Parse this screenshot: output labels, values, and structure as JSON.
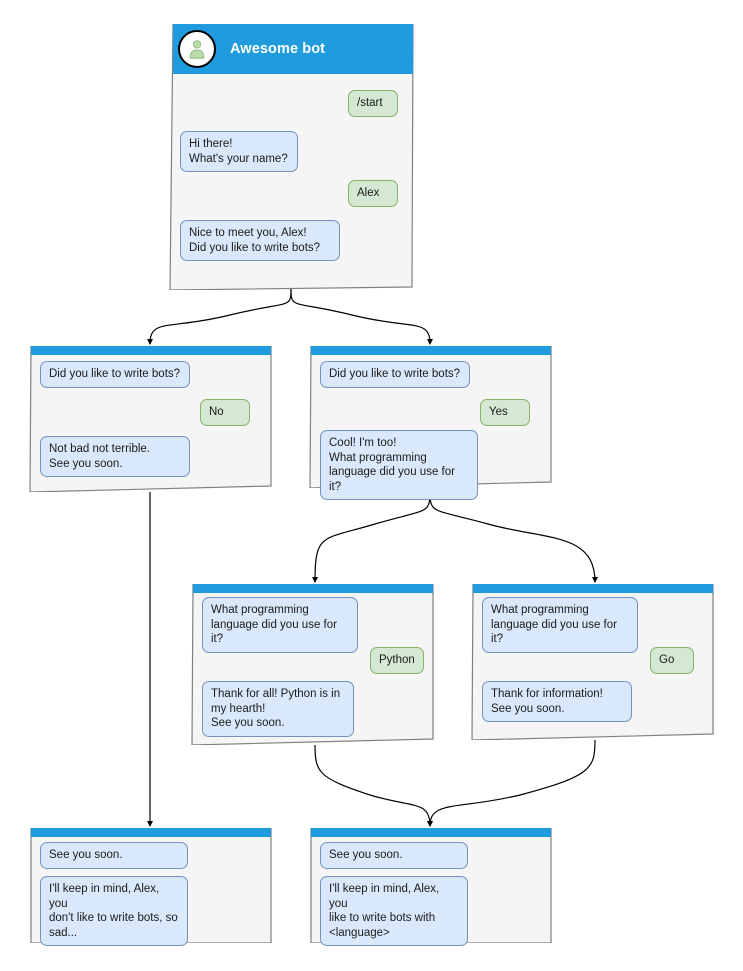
{
  "diagram": {
    "title": "Awesome bot conversation flow",
    "colors": {
      "node_header": "#1f9bde",
      "node_body": "#f5f5f5",
      "node_border": "#808080",
      "bot_bubble_bg": "#dae8fc",
      "bot_bubble_border": "#7392c0",
      "user_bubble_bg": "#d5e8d4",
      "user_bubble_border": "#84b266",
      "edge": "#000000",
      "avatar_person": "#b3d9a3"
    }
  },
  "root": {
    "header": {
      "title": "Awesome bot",
      "avatar_icon": "person-icon"
    },
    "messages": [
      {
        "from": "user",
        "text": "/start"
      },
      {
        "from": "bot",
        "text": "Hi there!\nWhat's your name?"
      },
      {
        "from": "user",
        "text": "Alex"
      },
      {
        "from": "bot",
        "text": "Nice to meet you, Alex!\nDid you like to write bots?"
      }
    ]
  },
  "nodes": [
    {
      "id": "no-branch",
      "messages": [
        {
          "from": "bot",
          "text": "Did you like to write bots?"
        },
        {
          "from": "user",
          "text": "No"
        },
        {
          "from": "bot",
          "text": "Not bad not terrible.\nSee you soon."
        }
      ]
    },
    {
      "id": "yes-branch",
      "messages": [
        {
          "from": "bot",
          "text": "Did you like to write bots?"
        },
        {
          "from": "user",
          "text": "Yes"
        },
        {
          "from": "bot",
          "text": "Cool! I'm too!\nWhat programming\nlanguage did you use for it?"
        }
      ]
    },
    {
      "id": "python-branch",
      "messages": [
        {
          "from": "bot",
          "text": "What programming\nlanguage did you use for it?"
        },
        {
          "from": "user",
          "text": "Python"
        },
        {
          "from": "bot",
          "text": "Thank for all! Python is in\nmy hearth!\nSee you soon."
        }
      ]
    },
    {
      "id": "go-branch",
      "messages": [
        {
          "from": "bot",
          "text": "What programming\nlanguage did you use for it?"
        },
        {
          "from": "user",
          "text": "Go"
        },
        {
          "from": "bot",
          "text": "Thank for information!\nSee you soon."
        }
      ]
    },
    {
      "id": "end-no",
      "messages": [
        {
          "from": "bot",
          "text": "See you soon."
        },
        {
          "from": "bot",
          "text": "I'll keep in mind, Alex, you\ndon't like to write bots, so\nsad..."
        }
      ]
    },
    {
      "id": "end-yes",
      "messages": [
        {
          "from": "bot",
          "text": "See you soon."
        },
        {
          "from": "bot",
          "text": "I'll keep in mind, Alex, you\nlike to write bots with\n<language>"
        }
      ]
    }
  ]
}
